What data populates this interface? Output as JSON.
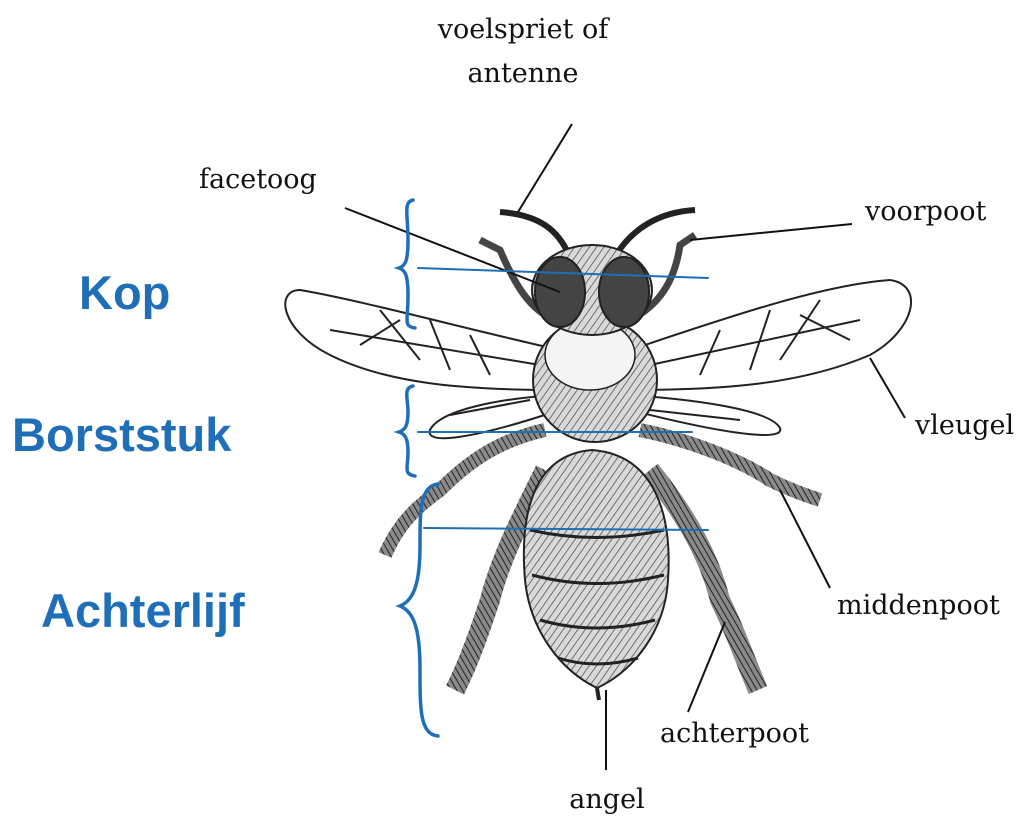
{
  "colors": {
    "region": "#1f6fb8",
    "ink": "#111111"
  },
  "regions": {
    "head": "Kop",
    "thorax": "Borststuk",
    "abdomen": "Achterlijf"
  },
  "labels": {
    "antenna_line1": "voelspriet of",
    "antenna_line2": "antenne",
    "compound_eye": "facetoog",
    "foreleg": "voorpoot",
    "wing": "vleugel",
    "midleg": "middenpoot",
    "hindleg": "achterpoot",
    "stinger": "angel"
  }
}
